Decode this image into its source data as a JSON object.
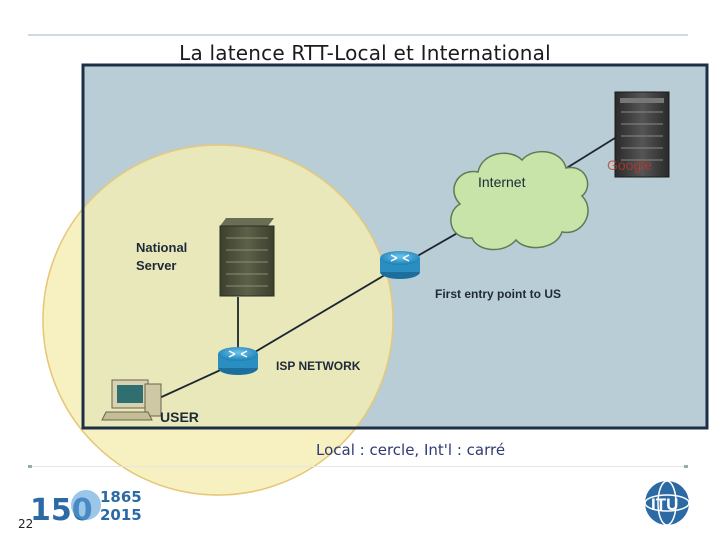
{
  "title": "La latence RTT-Local et International",
  "caption": "Local : cercle, Int'l : carré",
  "page_number": "22",
  "diagram": {
    "labels": {
      "internet": "Internet",
      "google": "Google",
      "national_server_line1": "National",
      "national_server_line2": "Server",
      "first_entry": "First entry point to US",
      "isp_network": "ISP NETWORK",
      "user": "USER"
    },
    "colors": {
      "panel_bg": "#b9cdd6",
      "panel_border": "#1d2f47",
      "local_circle": "#f5efb4",
      "cloud": "#c8e4a8",
      "router": "#3aa0d2"
    }
  },
  "footer": {
    "anniversary_numeral": "150",
    "years_top": "1865",
    "years_bottom": "2015",
    "itu_logo_text": "ITU"
  }
}
